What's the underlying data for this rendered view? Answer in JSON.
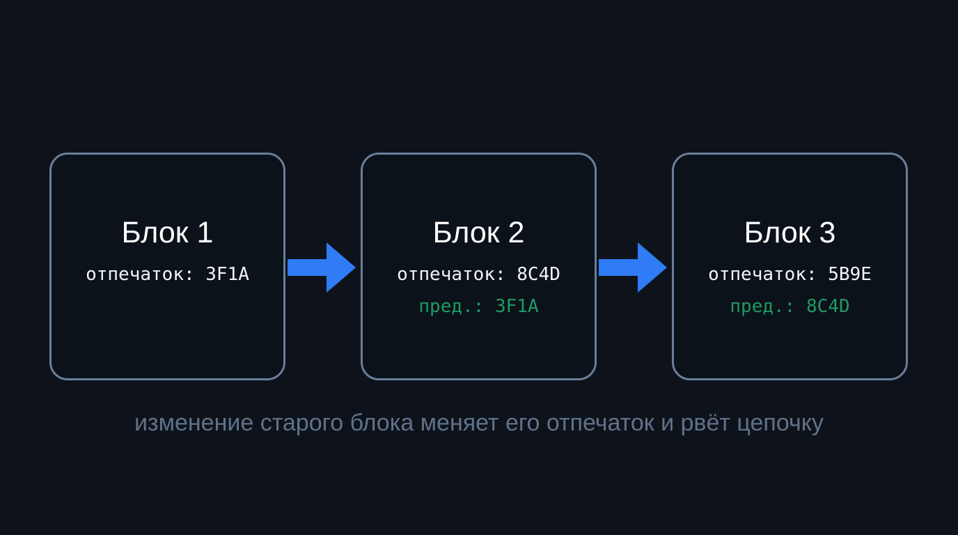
{
  "blocks": [
    {
      "title": "Блок 1",
      "hash_label": "отпечаток: 3F1A",
      "prev_label": ""
    },
    {
      "title": "Блок 2",
      "hash_label": "отпечаток: 8C4D",
      "prev_label": "пред.: 3F1A"
    },
    {
      "title": "Блок 3",
      "hash_label": "отпечаток: 5B9E",
      "prev_label": "пред.: 8C4D"
    }
  ],
  "caption": "изменение старого блока меняет его отпечаток и рвёт цепочку",
  "colors": {
    "background": "#0e131b",
    "block_border": "#6a7f99",
    "arrow": "#2f7cf6",
    "prev_hash": "#1f9a63",
    "caption": "#607289"
  },
  "icons": [
    "right-arrow-icon"
  ]
}
